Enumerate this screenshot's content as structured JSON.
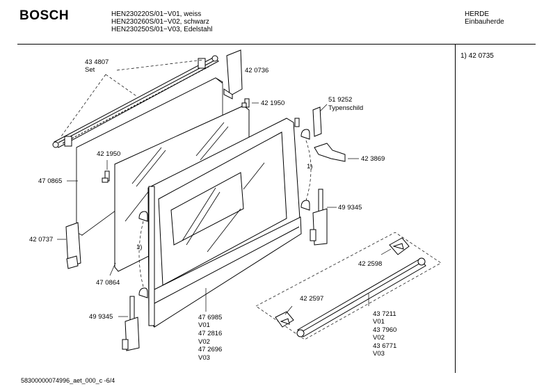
{
  "header": {
    "logo": "BOSCH",
    "models": [
      "HEN230220S/01−V01, weiss",
      "HEN230260S/01−V02, schwarz",
      "HEN230250S/01−V03, Edelstahl"
    ],
    "category_title": "HERDE",
    "category_subtitle": "Einbauherde"
  },
  "notes": {
    "footnote_1": "1) 42 0735"
  },
  "parts": {
    "p434807": "43 4807",
    "p434807_sub": "Set",
    "p420736": "42 0736",
    "p421950_top": "42 1950",
    "p519252": "51 9252",
    "p519252_sub": "Typenschild",
    "p421950_left": "42 1950",
    "p423869": "42 3869",
    "p470865": "47 0865",
    "ref1_upper": "1)",
    "p499345_right": "49 9345",
    "p420737": "42 0737",
    "ref1_lower": "1)",
    "p470864": "47 0864",
    "p422598": "42 2598",
    "p422597": "42 2597",
    "p499345_left": "49 9345",
    "door_variants": [
      "47 6985",
      "V01",
      "47 2816",
      "V02",
      "47 2696",
      "V03"
    ],
    "handle_variants": [
      "43 7211",
      "V01",
      "43 7960",
      "V02",
      "43 6771",
      "V03"
    ]
  },
  "footer": {
    "doc_id": "58300000074996_aet_000_c  -6/4"
  }
}
